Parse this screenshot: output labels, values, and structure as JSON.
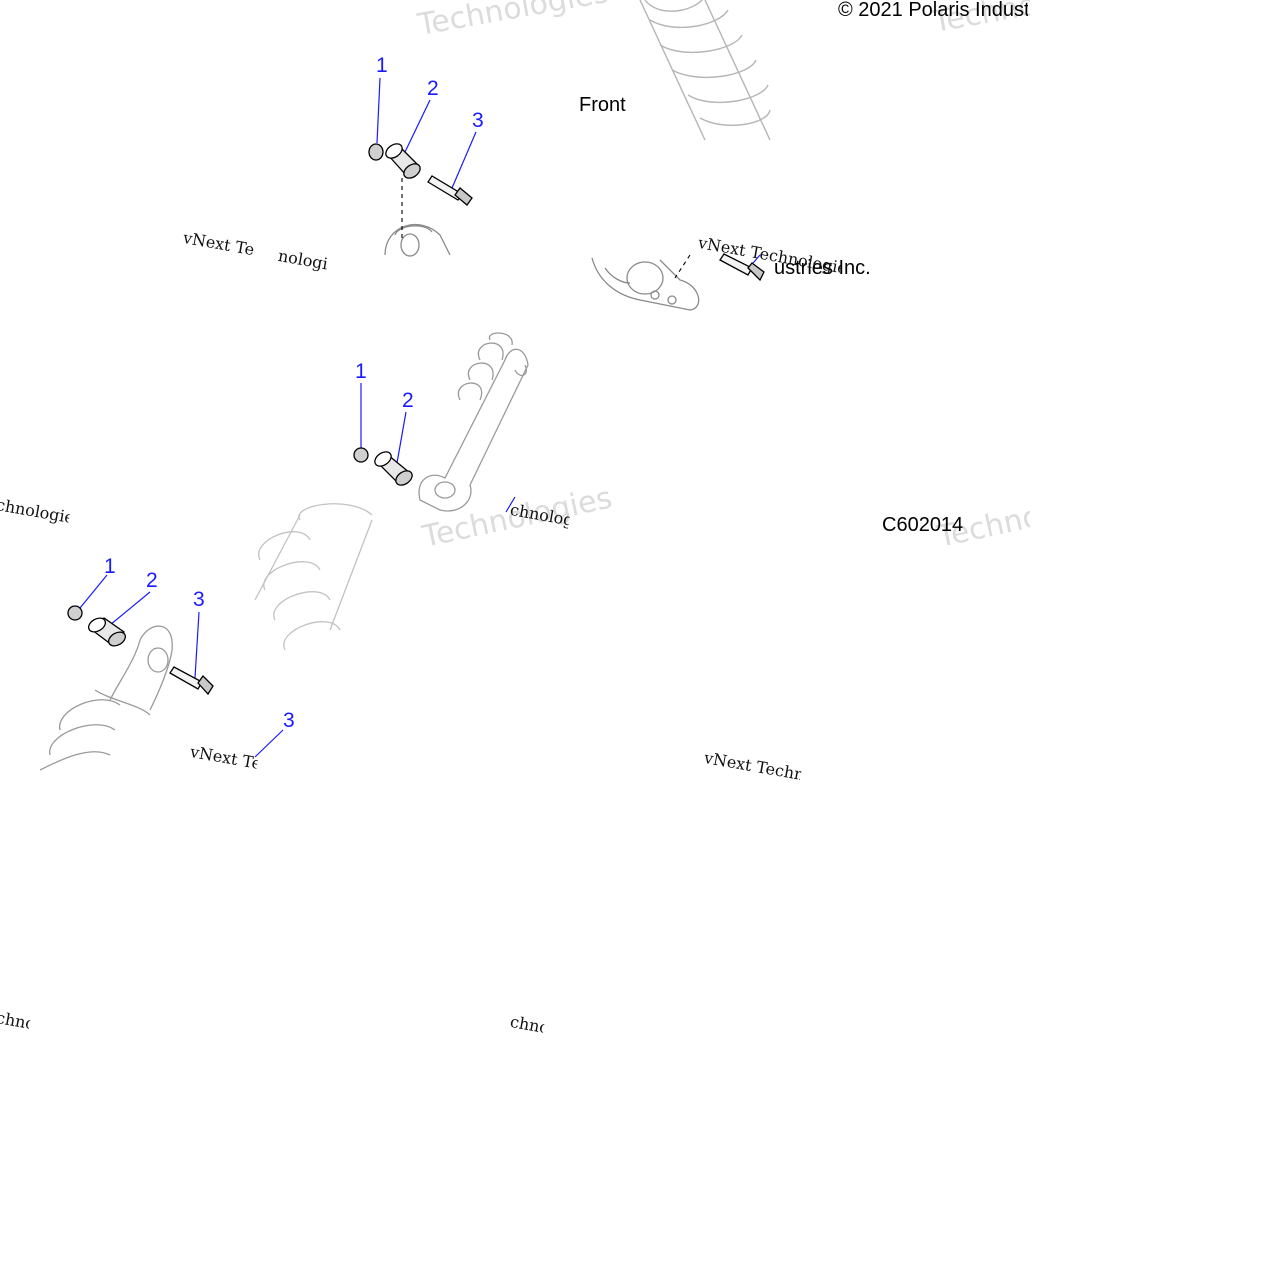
{
  "copyright": "© 2021 Polaris Industries Inc.",
  "front_label": "Front",
  "figure_code": "C602014",
  "watermark": {
    "primary": "vNext Technologies",
    "secondary": "Technologies"
  },
  "callouts": {
    "top": [
      "1",
      "2",
      "3"
    ],
    "middle": [
      "1",
      "2"
    ],
    "lower": [
      "1",
      "2",
      "3"
    ],
    "bottom": "3"
  },
  "colors": {
    "callout": "#1a1aff",
    "line_art": "#000000",
    "watermark": "#cfcfcf"
  }
}
